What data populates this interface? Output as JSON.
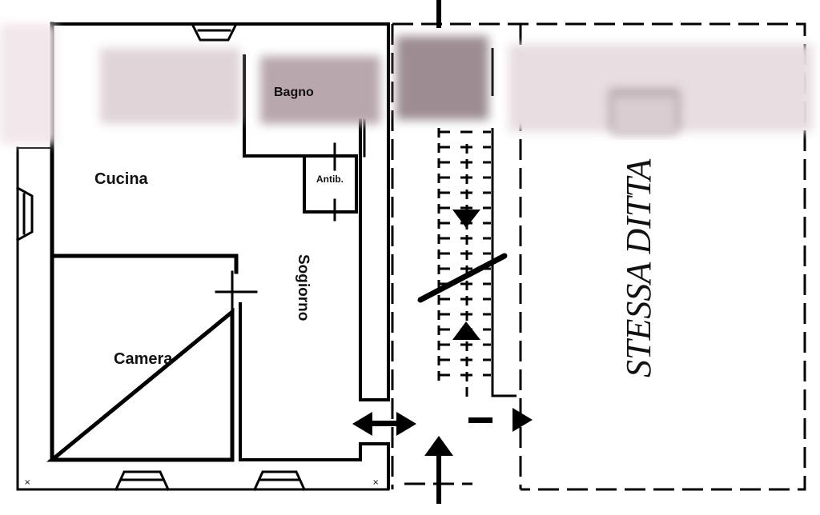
{
  "plan": {
    "rooms": {
      "bagno": "Bagno",
      "cucina": "Cucina",
      "antibagno": "Antib.",
      "soggiorno": "Sogiorno",
      "camera": "Camera"
    },
    "adjacent_property": "STESSA DITTA",
    "colors": {
      "wall": "#000000",
      "background": "#ffffff",
      "redaction": "#c9b8bc"
    }
  }
}
